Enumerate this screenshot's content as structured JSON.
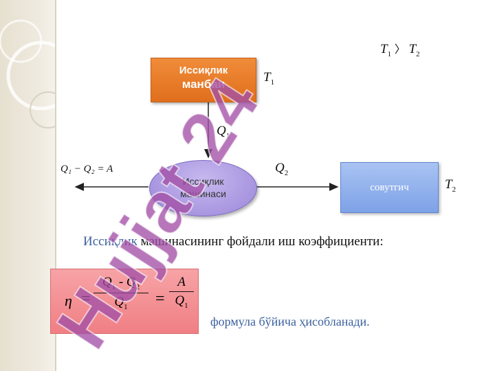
{
  "diagram": {
    "source": {
      "line1": "Иссиқлик",
      "line2": "манбаи"
    },
    "sink": "совутгич",
    "machine": {
      "line1": "Иссиқлик",
      "line2": "машинаси"
    },
    "symbols": {
      "t_relation": {
        "a": "T",
        "a_sub": "1",
        "rel": "〉",
        "b": "T",
        "b_sub": "2"
      },
      "t1": {
        "base": "T",
        "sub": "1"
      },
      "q1": {
        "base": "Q",
        "sub": "1"
      },
      "q2": {
        "base": "Q",
        "sub": "2"
      },
      "t2": {
        "base": "T",
        "sub": "2"
      },
      "work": "Q₁ − Q₂ = A"
    }
  },
  "caption": {
    "highlight": "Иссиқлик",
    "rest": " машинасининг фойдали иш коэффициенти:"
  },
  "formula": {
    "eta": "η",
    "equals": "=",
    "frac1": {
      "num_a": "Q",
      "num_a_sub": "1",
      "minus": " - ",
      "num_b": "Q",
      "num_b_sub": "2",
      "den": "Q",
      "den_sub": "1"
    },
    "frac2": {
      "num": "A",
      "den": "Q",
      "den_sub": "1"
    }
  },
  "note": "формула бўйича ҳисобланади.",
  "watermark": "Hujjat 24",
  "colors": {
    "source": "#e87722",
    "sink": "#8eaeea",
    "machine": "#a995e0",
    "formula_box": "#f38c90",
    "accent_text": "#3a5f9e",
    "watermark": "#a34fa6"
  }
}
